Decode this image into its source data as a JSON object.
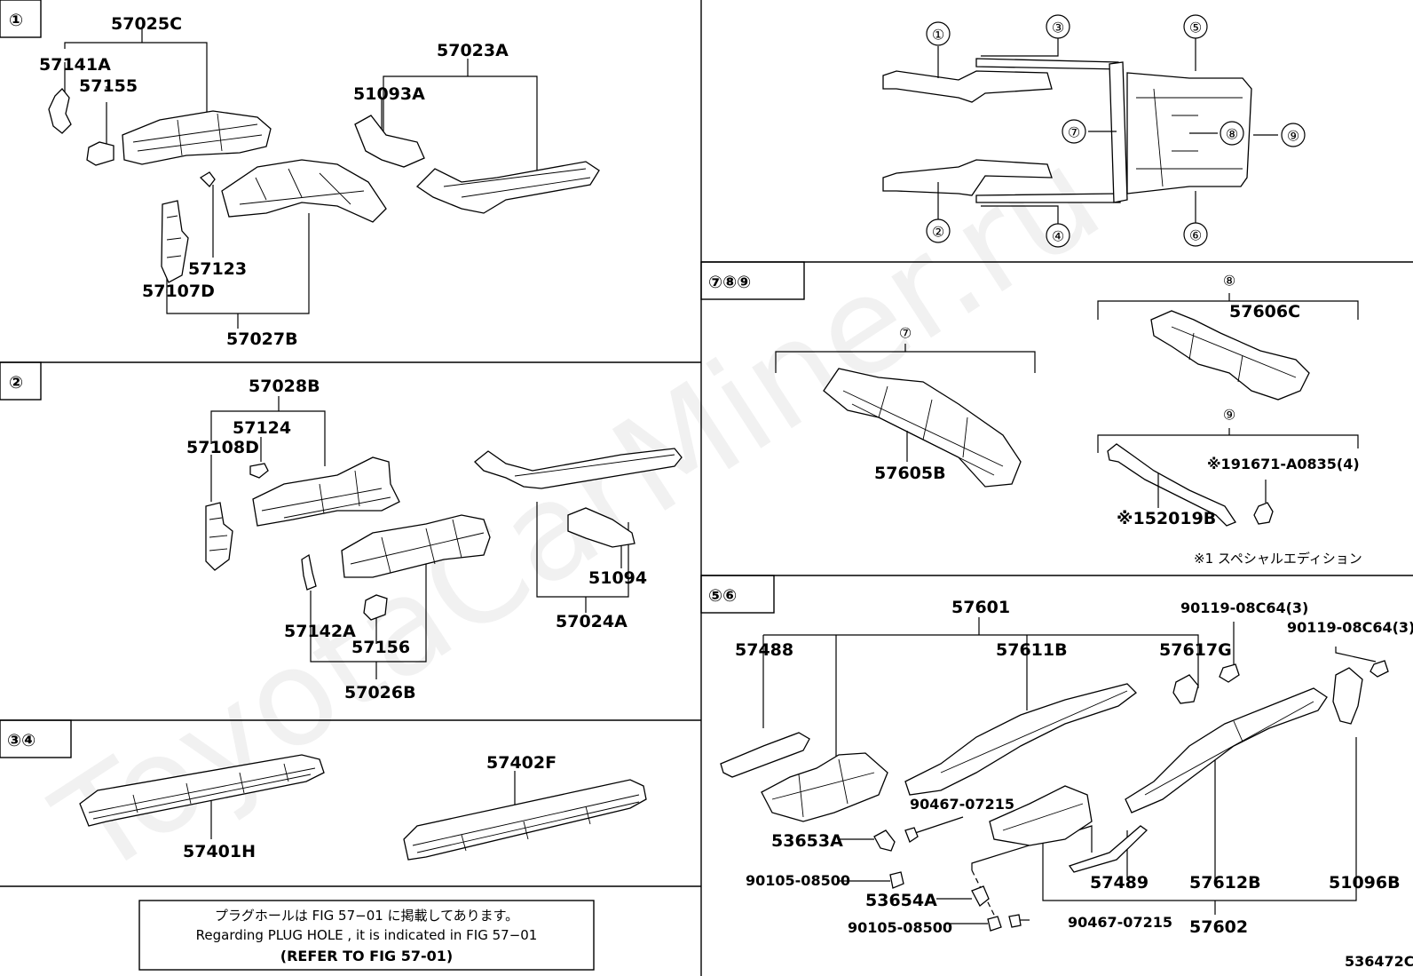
{
  "watermark": "ToyotaCarMiner.ru",
  "diagram_code": "536472C",
  "section_tags": {
    "s1": "①",
    "s2": "②",
    "s34": "③④",
    "s789": "⑦⑧⑨",
    "s56": "⑤⑥"
  },
  "overview_callouts": [
    "①",
    "②",
    "③",
    "④",
    "⑤",
    "⑥",
    "⑦",
    "⑧",
    "⑨"
  ],
  "sub_tags": {
    "t7": "⑦",
    "t8": "⑧",
    "t9": "⑨"
  },
  "section1": {
    "labels": [
      "57025C",
      "57141A",
      "57155",
      "57023A",
      "51093A",
      "57123",
      "57107D",
      "57027B"
    ]
  },
  "section2": {
    "labels": [
      "57028B",
      "57124",
      "57108D",
      "57142A",
      "57156",
      "57026B",
      "51094",
      "57024A"
    ]
  },
  "section34": {
    "labels": [
      "57402F",
      "57401H"
    ]
  },
  "note_box": {
    "line1": "プラグホールは FIG 57−01 に掲載してあります。",
    "line2": "Regarding PLUG HOLE , it is indicated in FIG 57−01",
    "line3": "(REFER TO FIG 57-01)"
  },
  "section789": {
    "labels": [
      "57606C",
      "57605B",
      "※191671-A0835(4)",
      "※152019B"
    ],
    "footnote": "※1 スペシャルエディション"
  },
  "section56": {
    "labels": [
      "57601",
      "57488",
      "57611B",
      "57617G",
      "90119-08C64(3)",
      "90119-08C64(3)",
      "90467-07215",
      "53653A",
      "90105-08500",
      "53654A",
      "90105-08500",
      "90467-07215",
      "57489",
      "57612B",
      "51096B",
      "57602"
    ]
  }
}
